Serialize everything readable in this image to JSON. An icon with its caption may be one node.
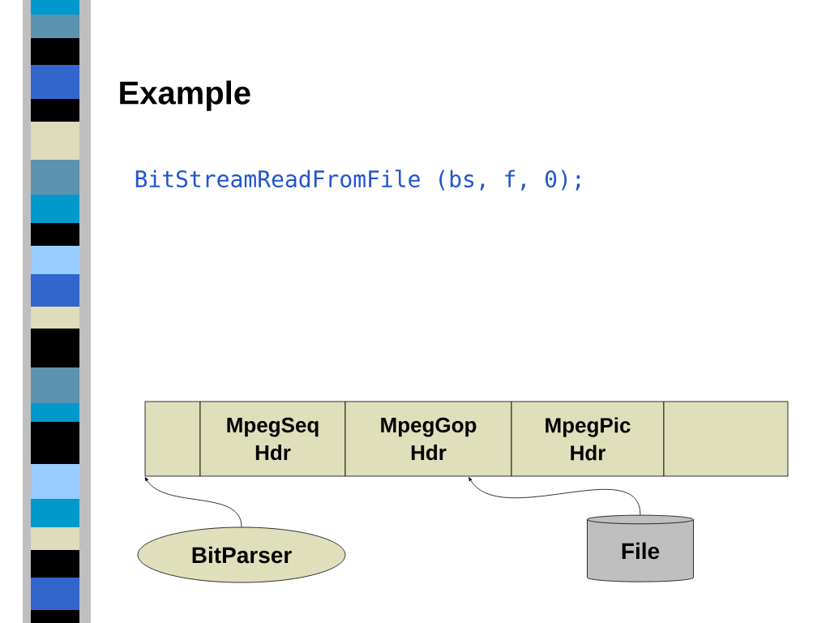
{
  "diagram": {
    "title": "Example",
    "nodes": [
      {
        "text": [],
        "shape": "box"
      },
      {
        "text": [
          "MpegSeq Hdr"
        ]
      },
      {
        "text": [
          "MpegGop Hdr"
        ]
      },
      {
        "text": [
          "MpegPic Hdr"
        ]
      },
      {
        "text": [],
        "shape": "box"
      },
      {
        "text": [
          "BitParser"
        ]
      },
      {
        "text": [
          "File"
        ]
      }
    ],
    "edges": [
      {
        "from": 5,
        "to": 0,
        "arrow": "to"
      },
      {
        "from": 6,
        "to": 2,
        "arrow": "to"
      }
    ],
    "labels": [
      "BitStreamReadFromFile (bs, f, 0);"
    ]
  }
}
